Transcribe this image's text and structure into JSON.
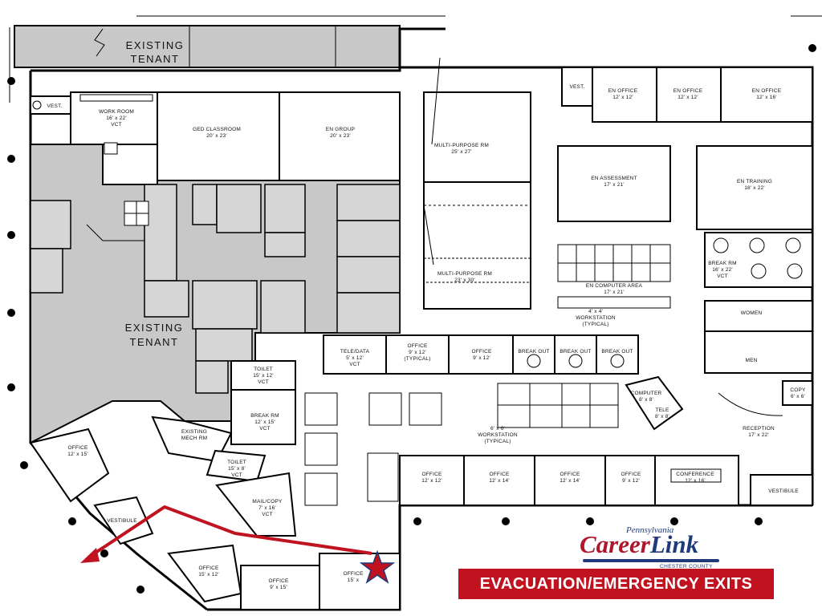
{
  "rooms": {
    "existing_tenant_top": [
      "EXISTING",
      "TENANT"
    ],
    "existing_tenant_main": [
      "EXISTING",
      "TENANT"
    ],
    "vest_left": "VEST.",
    "work_room": [
      "WORK ROOM",
      "16' x 22'",
      "VCT"
    ],
    "ged_classroom": [
      "GED CLASSROOM",
      "20' x 23'"
    ],
    "en_group": [
      "EN GROUP",
      "20' x 23'"
    ],
    "multi_purpose_1": [
      "MULTI-PURPOSE RM",
      "25' x 27'"
    ],
    "multi_purpose_2": [
      "MULTI-PURPOSE RM",
      "23' x 30'"
    ],
    "vest_top": "VEST.",
    "en_office_1": [
      "EN OFFICE",
      "12' x 12'"
    ],
    "en_office_2": [
      "EN OFFICE",
      "12' x 12'"
    ],
    "en_office_3": [
      "EN OFFICE",
      "12' x 16'"
    ],
    "en_assessment": [
      "EN ASSESSMENT",
      "17' x 21'"
    ],
    "en_training": [
      "EN TRAINING",
      "18' x 22'"
    ],
    "en_computer_area": [
      "EN COMPUTER AREA",
      "17' x 21'"
    ],
    "workstation_typical_top": [
      "4' x 4'",
      "WORKSTATION",
      "(TYPICAL)"
    ],
    "break_rm_right": [
      "BREAK RM",
      "16' x 22'",
      "VCT"
    ],
    "women": "WOMEN",
    "men": "MEN",
    "copy": [
      "COPY",
      "6' x 6'"
    ],
    "reception": [
      "RECEPTION",
      "17' x 22'"
    ],
    "vestibule_right": "VESTIBULE",
    "tele_data": [
      "TELE/DATA",
      "5' x 12'",
      "VCT"
    ],
    "office_typical": [
      "OFFICE",
      "9' x 12'",
      "(TYPICAL)"
    ],
    "office_9x12": [
      "OFFICE",
      "9' x 12'"
    ],
    "break_out": "BREAK OUT",
    "computer": [
      "COMPUTER",
      "8' x 8'"
    ],
    "tele": [
      "TELE",
      "8' x 8'"
    ],
    "workstation_typical_mid": [
      "6' x 6'",
      "WORKSTATION",
      "(TYPICAL)"
    ],
    "toilet_1": [
      "TOILET",
      "15' x 12'",
      "VCT"
    ],
    "break_rm_left": [
      "BREAK RM",
      "12' x 15'",
      "VCT"
    ],
    "existing_mech": [
      "EXISTING",
      "MECH RM"
    ],
    "toilet_2": [
      "TOILET",
      "15' x 8'",
      "VCT"
    ],
    "mail_copy": [
      "MAIL/COPY",
      "7' x 16'",
      "VCT"
    ],
    "office_sw": [
      "OFFICE",
      "12' x 15'"
    ],
    "vestibule_left": "VESTIBULE",
    "office_bl1": [
      "OFFICE",
      "15' x 12'"
    ],
    "office_bl2": [
      "OFFICE",
      "9' x 15'"
    ],
    "office_bl3": [
      "OFFICE",
      "15' x"
    ],
    "office_b1": [
      "OFFICE",
      "12' x 12'"
    ],
    "office_b2": [
      "OFFICE",
      "12' x 14'"
    ],
    "office_b3": [
      "OFFICE",
      "12' x 14'"
    ],
    "office_b4": [
      "OFFICE",
      "9' x 12'"
    ],
    "conference": [
      "CONFERENCE",
      "12' x 16'"
    ]
  },
  "logo": {
    "state": "Pennsylvania",
    "career": "Career",
    "link": "Link",
    "county": "CHESTER COUNTY"
  },
  "banner": "EVACUATION/EMERGENCY EXITS",
  "colors": {
    "exit_route": "#c1121f",
    "star": "#c1121f",
    "banner_bg": "#c1121f",
    "existing_tenant": "#c8c8c8",
    "logo_red": "#b0162b",
    "logo_blue": "#1f3a7a"
  }
}
